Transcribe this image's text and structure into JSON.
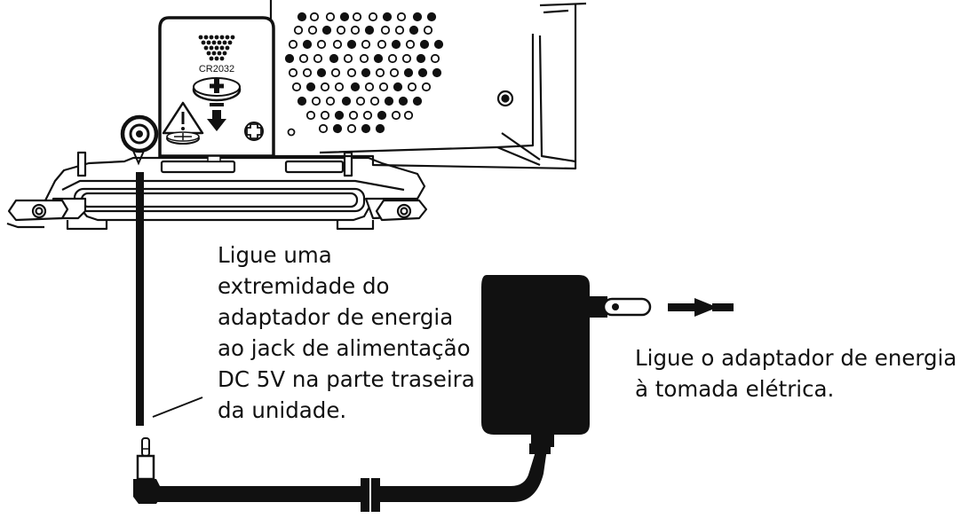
{
  "battery_label": "CR2032",
  "callout_back_panel": [
    "Ligue uma",
    "extremidade do",
    "adaptador de energia",
    "ao jack de alimentação",
    "DC 5V na parte traseira",
    "da unidade."
  ],
  "callout_wall_outlet": [
    "Ligue o adaptador de energia",
    "à tomada elétrica."
  ],
  "colors": {
    "ink": "#111111",
    "background": "#ffffff",
    "speaker_hole_fill": "#111111"
  },
  "icons": [
    "warning-icon",
    "down-arrow-icon",
    "screw-icon",
    "plus-icon",
    "power-plug-icon",
    "arrow-right-icon"
  ]
}
